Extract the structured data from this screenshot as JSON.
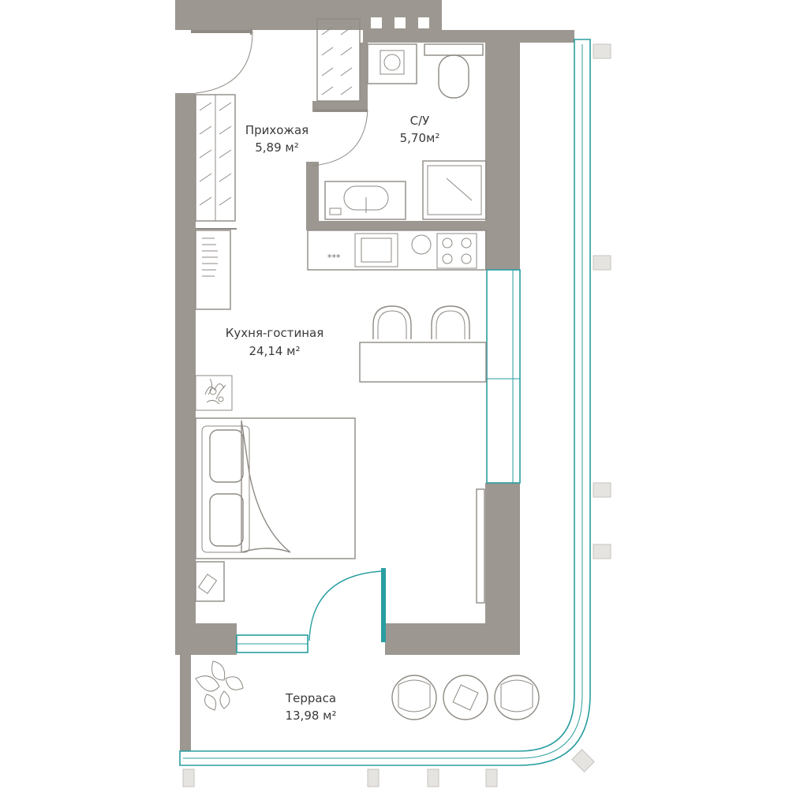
{
  "plan": {
    "rooms": [
      {
        "id": "hallway",
        "name": "Прихожая",
        "area": "5,89 м²"
      },
      {
        "id": "bathroom",
        "name": "С/У",
        "area": "5,70м²"
      },
      {
        "id": "living",
        "name": "Кухня-гостиная",
        "area": "24,14 м²"
      },
      {
        "id": "terrace",
        "name": "Терраса",
        "area": "13,98 м²"
      }
    ],
    "colors": {
      "wall": "#9c9791",
      "line": "#8f8a84",
      "glass": "#2a9ea0",
      "background": "#ffffff",
      "text": "#3a3a3a"
    },
    "stove_indicator": "***"
  }
}
